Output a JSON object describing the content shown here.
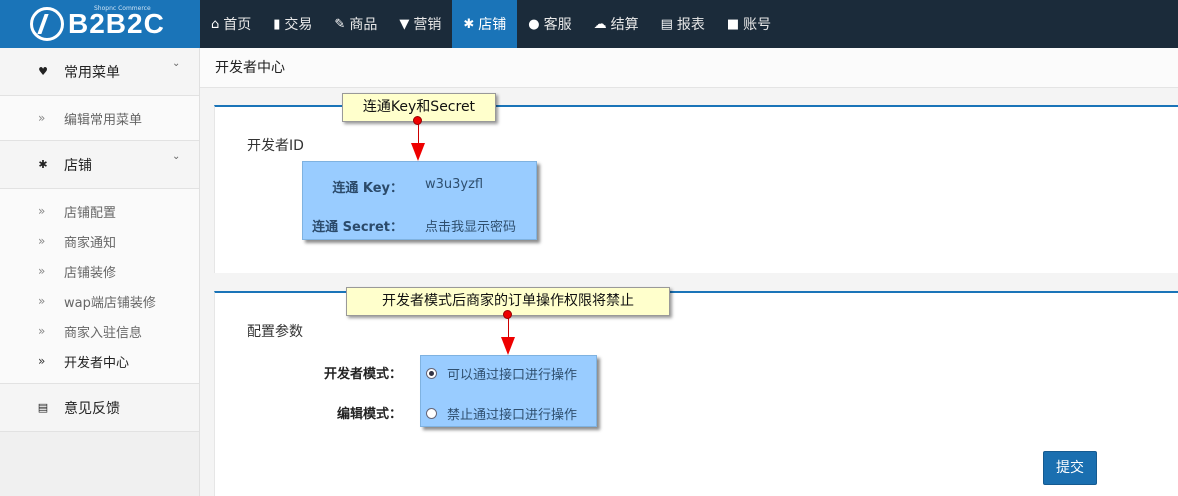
{
  "brand": {
    "name": "B2B2C",
    "tagline": "Shopnc Commerce"
  },
  "nav": [
    {
      "icon": "home-icon",
      "glyph": "⌂",
      "label": "首页"
    },
    {
      "icon": "bar-chart-icon",
      "glyph": "▮",
      "label": "交易"
    },
    {
      "icon": "edit-icon",
      "glyph": "✎",
      "label": "商品"
    },
    {
      "icon": "bookmark-icon",
      "glyph": "▼",
      "label": "营销"
    },
    {
      "icon": "gear-icon",
      "glyph": "✱",
      "label": "店铺",
      "active": true
    },
    {
      "icon": "chat-icon",
      "glyph": "●",
      "label": "客服"
    },
    {
      "icon": "cloud-icon",
      "glyph": "☁",
      "label": "结算"
    },
    {
      "icon": "report-icon",
      "glyph": "▤",
      "label": "报表"
    },
    {
      "icon": "lock-icon",
      "glyph": "■",
      "label": "账号"
    }
  ],
  "sidebar": {
    "common": {
      "icon": "heart-icon",
      "glyph": "♥",
      "label": "常用菜单",
      "items": [
        "编辑常用菜单"
      ]
    },
    "store": {
      "icon": "gear-icon",
      "glyph": "✱",
      "label": "店铺",
      "items": [
        "店铺配置",
        "商家通知",
        "店铺装修",
        "wap端店铺装修",
        "商家入驻信息",
        "开发者中心"
      ]
    },
    "feedback": {
      "icon": "list-icon",
      "glyph": "▤",
      "label": "意见反馈"
    }
  },
  "page": {
    "title": "开发者中心"
  },
  "developer_id": {
    "section_label": "开发者ID",
    "key_label": "连通 Key：",
    "key_value": "w3u3yzfl",
    "secret_label": "连通 Secret：",
    "secret_value": "点击我显示密码"
  },
  "config": {
    "section_label": "配置参数",
    "dev_mode_label": "开发者模式：",
    "edit_mode_label": "编辑模式：",
    "option_allow": "可以通过接口进行操作",
    "option_forbid": "禁止通过接口进行操作",
    "selected": "allow"
  },
  "callouts": {
    "first": "连通Key和Secret",
    "second": "开发者模式后商家的订单操作权限将禁止"
  },
  "submit_label": "提交",
  "colors": {
    "topbar": "#1b2b3a",
    "accent": "#1a74b8",
    "callout": "#ffffcc",
    "highlight_box": "#99ccff",
    "arrow": "#e00000"
  }
}
